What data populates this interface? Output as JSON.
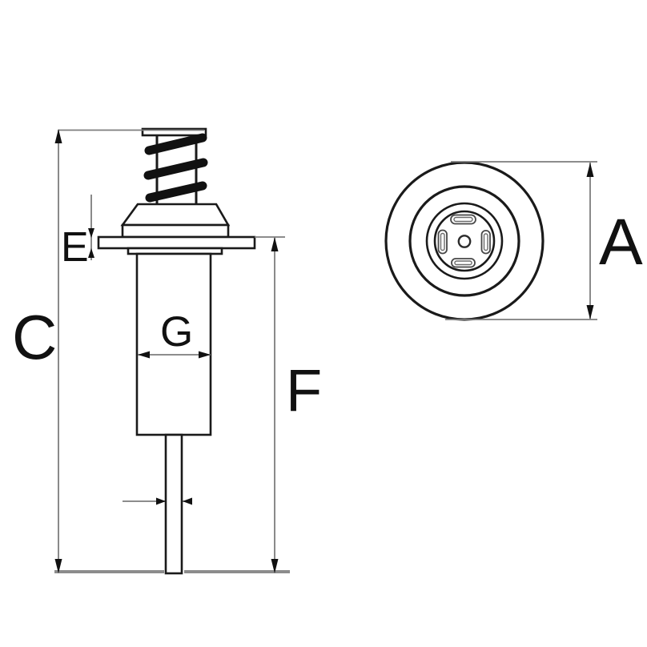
{
  "drawing": {
    "type": "technical-dimension-drawing",
    "views": {
      "side_view": "plunger-with-spring-side-view",
      "end_view": "concentric-circles-end-view"
    },
    "labels": {
      "c": "C",
      "e": "E",
      "g": "G",
      "f": "F",
      "a": "A"
    },
    "colors": {
      "background": "#ffffff",
      "part_outline": "#1a1a1a",
      "spring_fill": "#111111",
      "dimension_line": "#7d7d7d",
      "ground_line": "#8c8c8c",
      "arrowhead": "#111111",
      "slot_outline": "#474747",
      "label_text": "#111111"
    }
  }
}
